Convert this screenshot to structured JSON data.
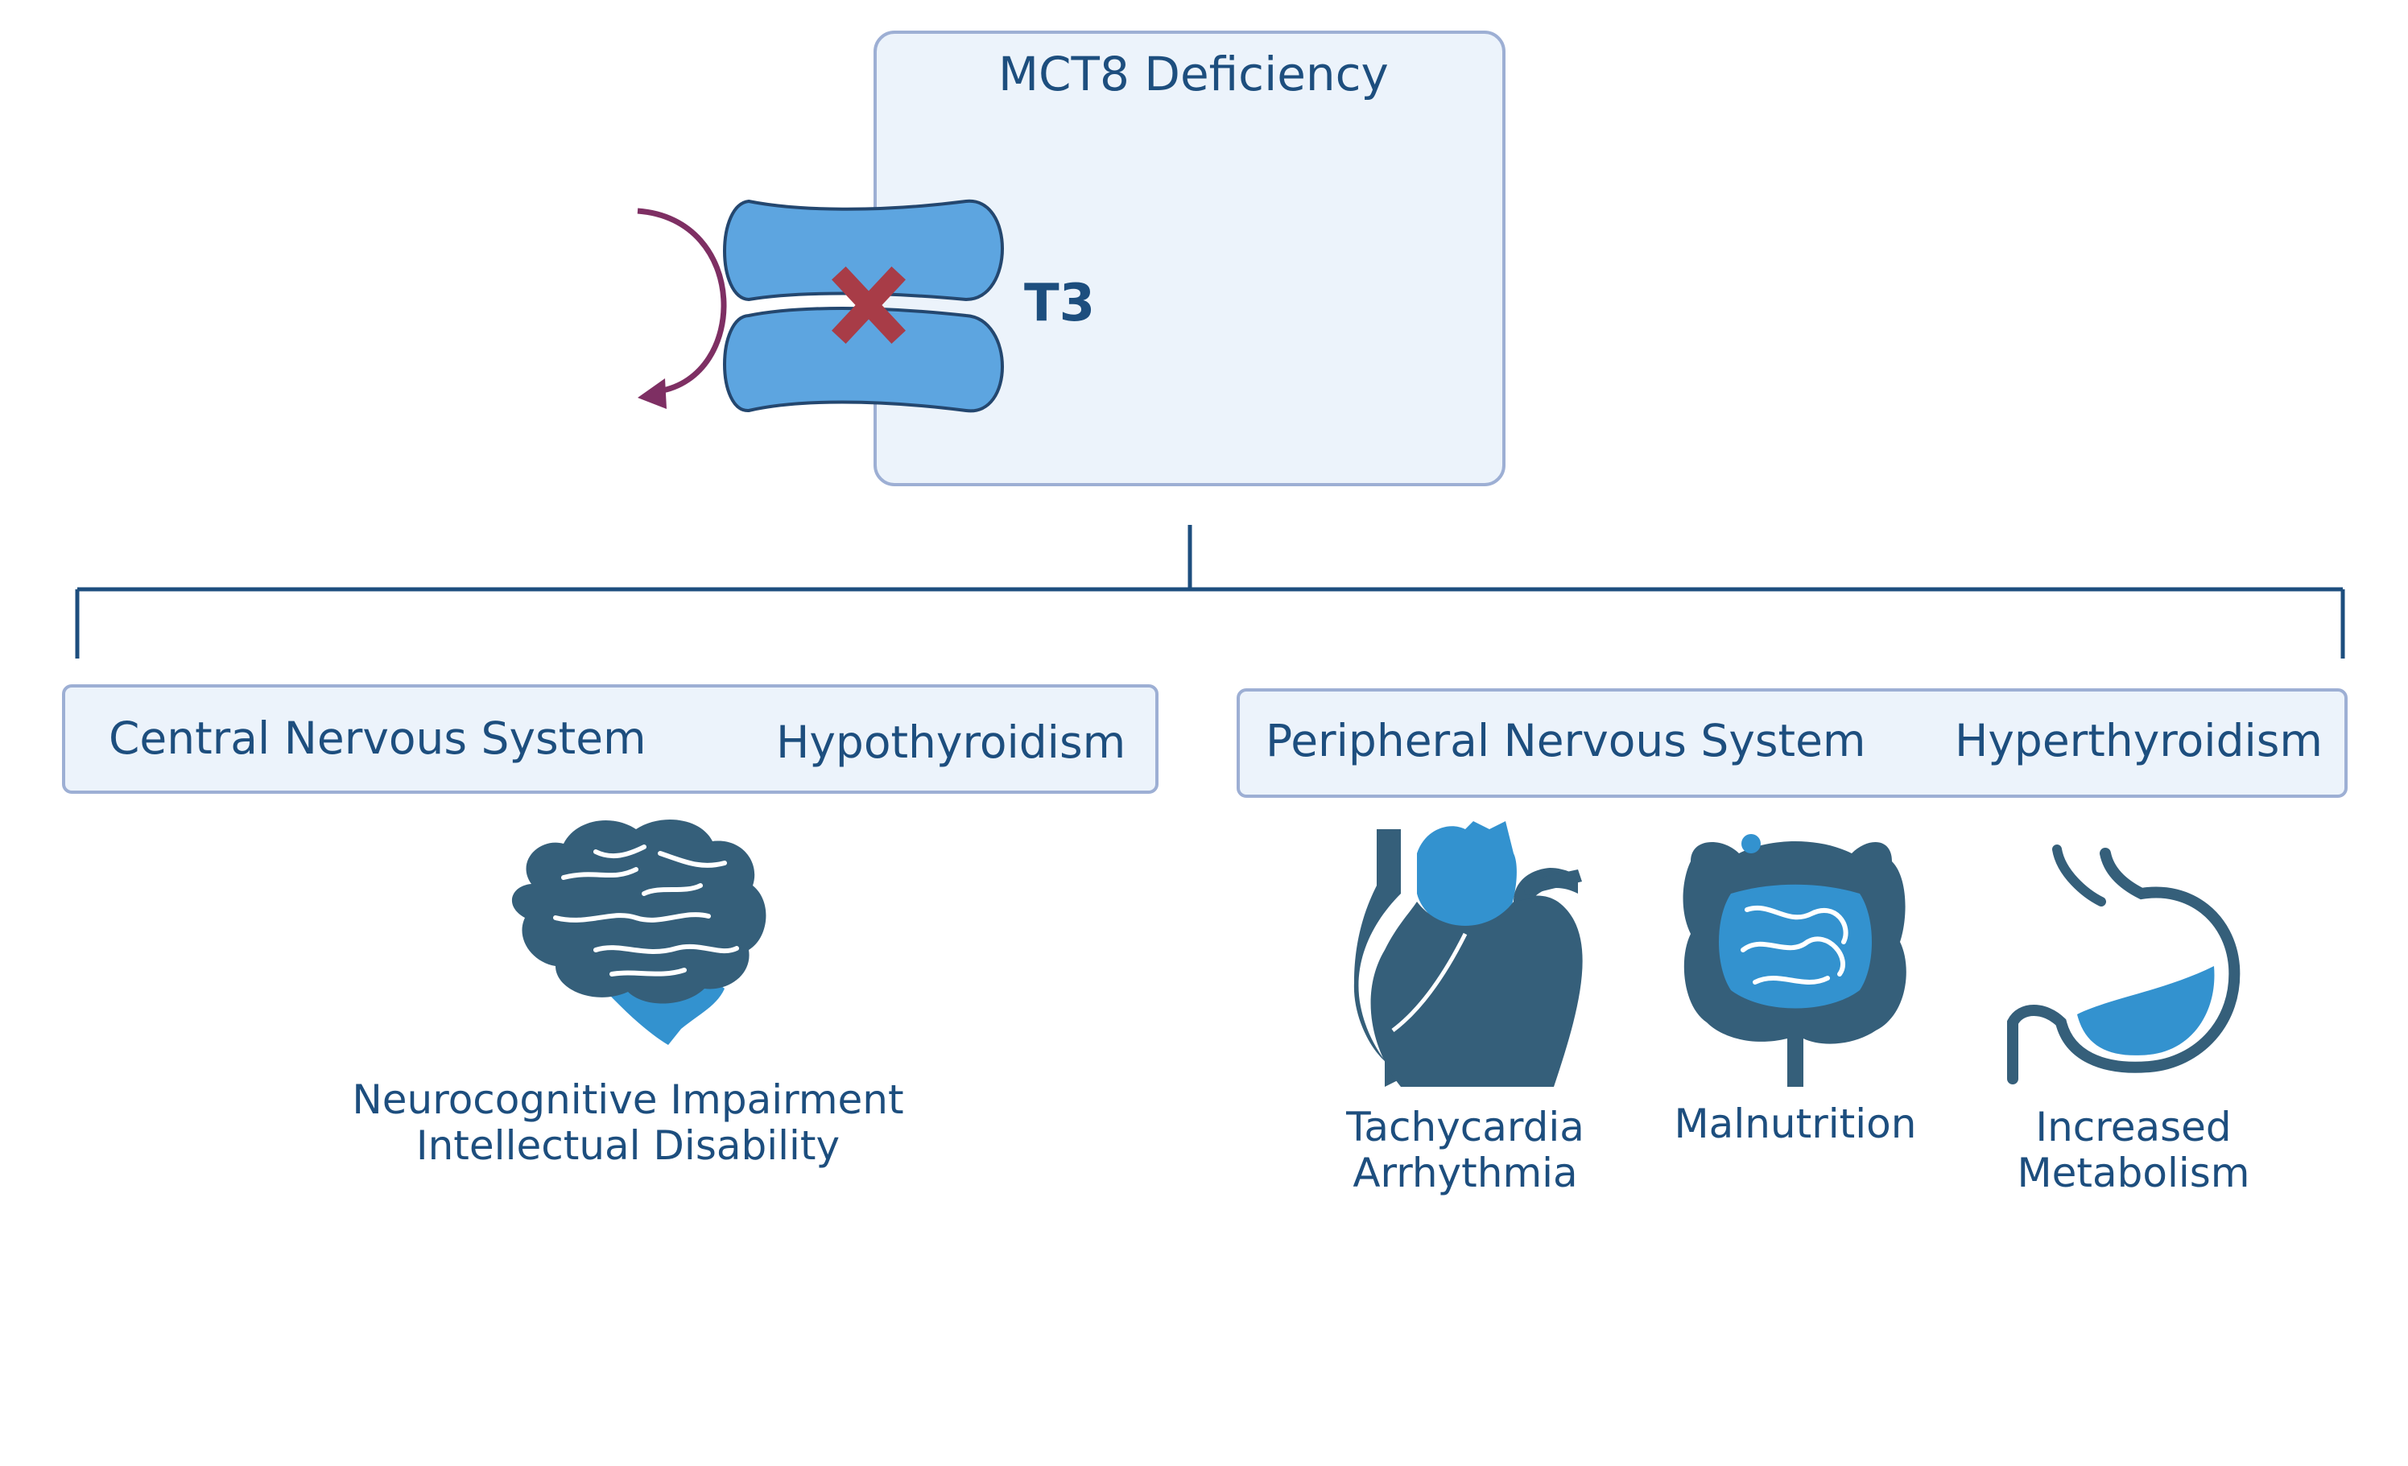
{
  "title": "MCT8 Deficiency",
  "transporter_label": "T3",
  "branches": {
    "central": {
      "system": "Central Nervous System",
      "effect": "Hypothyroidism"
    },
    "peripheral": {
      "system": "Peripheral Nervous System",
      "effect": "Hyperthyroidism"
    }
  },
  "symptoms": {
    "brain": {
      "line1": "Neurocognitive Impairment",
      "line2": "Intellectual Disability"
    },
    "heart": {
      "line1": "Tachycardia",
      "line2": "Arrhythmia"
    },
    "intestine": {
      "line1": "Malnutrition"
    },
    "stomach": {
      "line1": "Increased",
      "line2": "Metabolism"
    }
  },
  "icons": [
    "brain-icon",
    "heart-icon",
    "intestine-icon",
    "stomach-icon",
    "transporter-icon",
    "block-x-icon",
    "efflux-arrow-icon"
  ],
  "colors": {
    "dark_blue": "#1d4e7e",
    "icon_dark": "#355f7a",
    "icon_light": "#3392cf",
    "box_fill": "#ecf3fb",
    "box_border": "#9dafd4",
    "transporter": "#5da5e0",
    "block_x": "#a83c47",
    "arrow": "#7e2f63"
  }
}
